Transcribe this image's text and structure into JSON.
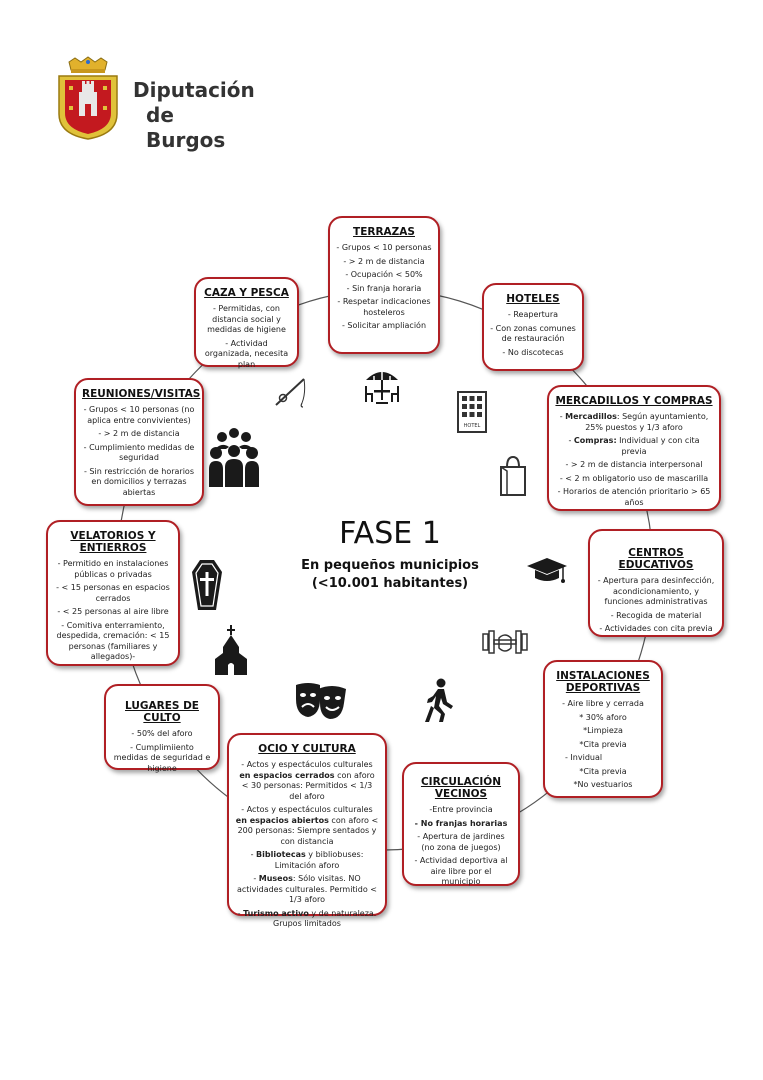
{
  "header": {
    "logo_line1": "Diputación",
    "logo_line2": "de Burgos"
  },
  "center": {
    "title": "FASE 1",
    "subtitle_line1": "En pequeños municipios",
    "subtitle_line2": "(<10.001 habitantes)"
  },
  "colors": {
    "border": "#b01f24",
    "ring": "#555555",
    "icon": "#1a1a1a"
  },
  "boxes": {
    "terrazas": {
      "title": "TERRAZAS",
      "items": [
        "- Grupos < 10 personas",
        "- > 2 m de distancia",
        "- Ocupación < 50%",
        "- Sin franja horaria",
        "-  Respetar indicaciones hosteleros",
        "- Solicitar ampliación"
      ]
    },
    "hoteles": {
      "title": "HOTELES",
      "items": [
        "- Reapertura",
        "- Con zonas comunes de restauración",
        "- No discotecas"
      ]
    },
    "mercadillos": {
      "title": "MERCADILLOS Y COMPRAS",
      "i1_b": "Mercadillos",
      "i1_t": ": Según ayuntamiento, 25% puestos y 1/3 aforo",
      "i2_b": "Compras:",
      "i2_t": " Individual y con cita previa",
      "i3": "-  > 2 m de distancia interpersonal",
      "i4": "- < 2 m obligatorio uso de mascarilla",
      "i5": "- Horarios de atención prioritario > 65 años"
    },
    "centros": {
      "title": "CENTROS EDUCATIVOS",
      "items": [
        "- Apertura para desinfección, acondicionamiento,  y funciones administrativas",
        "- Recogida de material",
        "- Actividades con cita previa"
      ]
    },
    "instalaciones": {
      "title": "INSTALACIONES DEPORTIVAS",
      "items": [
        "- Aire libre y cerrada",
        "* 30% aforo",
        "*Limpieza",
        "*Cita previa",
        "- Invidual",
        "*Cita previa",
        "*No vestuarios"
      ]
    },
    "circulacion": {
      "title": "CIRCULACIÓN VECINOS",
      "i1": "-Entre provincia",
      "i2": "- No franjas horarias",
      "i3": "- Apertura de jardines (no zona de juegos)",
      "i4": "- Actividad deportiva al aire libre por el municipio"
    },
    "ocio": {
      "title": "OCIO Y CULTURA",
      "i1_a": "- Actos y espectáculos culturales ",
      "i1_b": "en espacios cerrados",
      "i1_c": " con aforo < 30 personas:  Permitidos < 1/3 del aforo",
      "i2_a": "- Actos y espectáculos culturales ",
      "i2_b": "en espacios abiertos",
      "i2_c": " con aforo  < 200 personas: Siempre sentados y con distancia",
      "i3_a": "- ",
      "i3_b": "Bibliotecas",
      "i3_c": " y bibliobuses: Limitación aforo",
      "i4_a": "- ",
      "i4_b": "Museos",
      "i4_c": ": Sólo visitas. NO actividades culturales. Permitido < 1/3 aforo",
      "i5_a": "- ",
      "i5_b": "Turismo activo",
      "i5_c": " y de naturaleza. Grupos limitados"
    },
    "lugares": {
      "title": "LUGARES DE CULTO",
      "items": [
        "- 50% del aforo",
        "- Cumplimiiento medidas de seguridad e higiene"
      ]
    },
    "velatorios": {
      "title": "VELATORIOS  Y ENTIERROS",
      "items": [
        "- Permitido en instalaciones públicas o privadas",
        "- < 15 personas en espacios cerrados",
        "- < 25 personas al aire libre",
        "- Comitiva enterramiento, despedida, cremación: < 15 personas (familiares y allegados)-"
      ]
    },
    "reuniones": {
      "title": "REUNIONES/VISITAS",
      "items": [
        "- Grupos < 10 personas  (no aplica entre convivientes)",
        "- > 2 m de distancia",
        "- Cumplimiento medidas de seguridad",
        "- Sin restricción de horarios en domicilios y terrazas abiertas"
      ]
    },
    "caza": {
      "title": "CAZA Y PESCA",
      "items": [
        "- Permitidas, con distancia social y medidas de higiene",
        "- Actividad organizada, necesita plan"
      ]
    }
  },
  "icons": [
    "terrace-table-icon",
    "hotel-icon",
    "shopping-bag-icon",
    "graduation-cap-icon",
    "dumbbell-icon",
    "walking-person-icon",
    "theater-masks-icon",
    "church-icon",
    "coffin-icon",
    "crowd-icon",
    "fishing-rod-icon"
  ]
}
